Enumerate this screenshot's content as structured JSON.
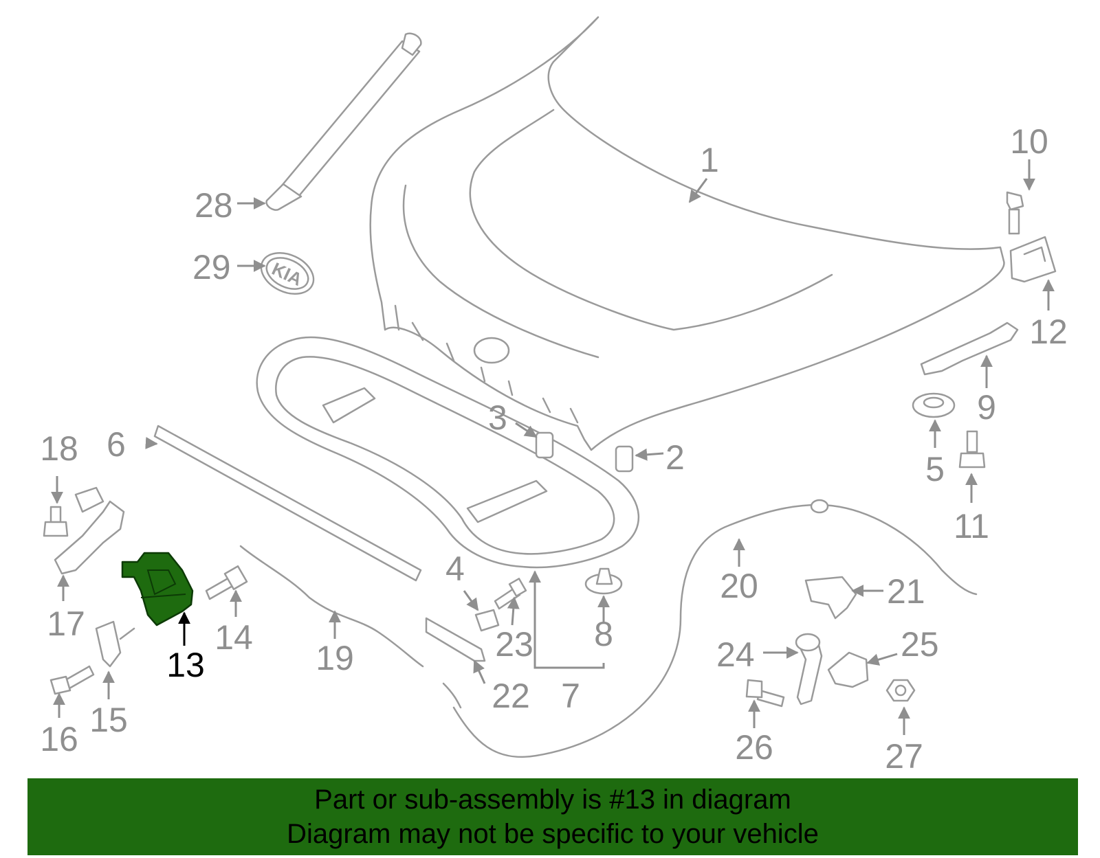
{
  "banner": {
    "line1": "Part or sub-assembly is #13 in diagram",
    "line2": "Diagram may not be specific to your vehicle"
  },
  "colors": {
    "highlight_part": "#1e6b0f",
    "banner_background": "#1e6b0f",
    "drawing_lines": "#9a9a9a",
    "callout_text": "#8f8f8f",
    "highlight_callout": "#000000"
  },
  "logo_text": "KIA",
  "highlighted_part": "13",
  "callouts": [
    {
      "id": "1",
      "label": "1"
    },
    {
      "id": "2",
      "label": "2"
    },
    {
      "id": "3",
      "label": "3"
    },
    {
      "id": "4",
      "label": "4"
    },
    {
      "id": "5",
      "label": "5"
    },
    {
      "id": "6",
      "label": "6"
    },
    {
      "id": "7",
      "label": "7"
    },
    {
      "id": "8",
      "label": "8"
    },
    {
      "id": "9",
      "label": "9"
    },
    {
      "id": "10",
      "label": "10"
    },
    {
      "id": "11",
      "label": "11"
    },
    {
      "id": "12",
      "label": "12"
    },
    {
      "id": "13",
      "label": "13"
    },
    {
      "id": "14",
      "label": "14"
    },
    {
      "id": "15",
      "label": "15"
    },
    {
      "id": "16",
      "label": "16"
    },
    {
      "id": "17",
      "label": "17"
    },
    {
      "id": "18",
      "label": "18"
    },
    {
      "id": "19",
      "label": "19"
    },
    {
      "id": "20",
      "label": "20"
    },
    {
      "id": "21",
      "label": "21"
    },
    {
      "id": "22",
      "label": "22"
    },
    {
      "id": "23",
      "label": "23"
    },
    {
      "id": "24",
      "label": "24"
    },
    {
      "id": "25",
      "label": "25"
    },
    {
      "id": "26",
      "label": "26"
    },
    {
      "id": "27",
      "label": "27"
    },
    {
      "id": "28",
      "label": "28"
    },
    {
      "id": "29",
      "label": "29"
    }
  ]
}
